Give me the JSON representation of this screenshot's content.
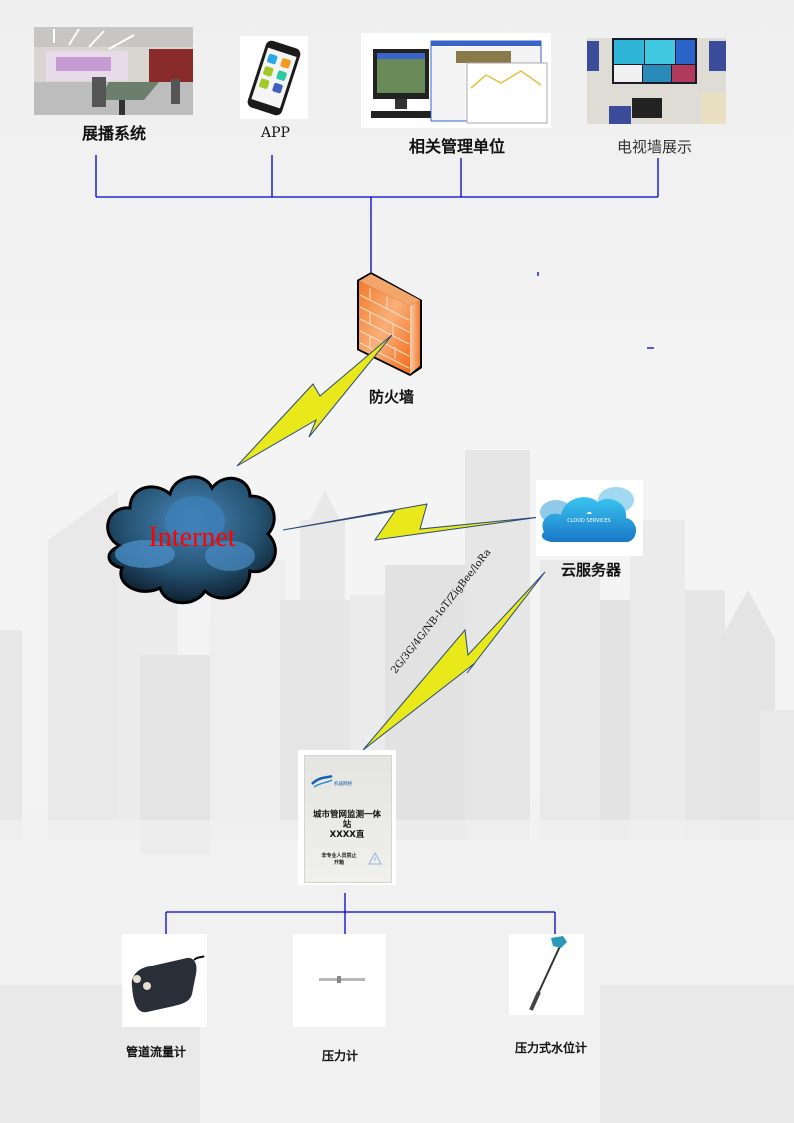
{
  "diagram": {
    "top_clients": [
      {
        "id": "display-system",
        "label": "展播系统",
        "image": "control-room-photo"
      },
      {
        "id": "app",
        "label": "APP",
        "image": "smartphone-app-icon"
      },
      {
        "id": "management-units",
        "label": "相关管理单位",
        "image": "desktop-computer-screens"
      },
      {
        "id": "tv-wall",
        "label": "电视墙展示",
        "image": "tv-wall-photo"
      }
    ],
    "firewall": {
      "label": "防火墙",
      "icon": "firewall-icon"
    },
    "internet": {
      "label": "Internet",
      "icon": "storm-cloud-icon"
    },
    "cloud_server": {
      "label": "云服务器",
      "icon_text": "CLOUD SERVICES",
      "icon": "cloud-services-icon"
    },
    "wireless_link": {
      "label": "2G/3G/4G/NB-IoT/ZigBee/loRa"
    },
    "station": {
      "title_line1": "城市管网监测一体",
      "title_line2": "站",
      "title_line3": "XXXX直",
      "warning_line1": "非专业人员禁止",
      "warning_line2": "开箱",
      "logo_text": "机器网络"
    },
    "sensors": [
      {
        "id": "pipe-flowmeter",
        "label": "管道流量计"
      },
      {
        "id": "pressure-gauge",
        "label": "压力计"
      },
      {
        "id": "pressure-water-level",
        "label": "压力式水位计"
      }
    ],
    "colors": {
      "connector_line": "#0000d0",
      "lightning_fill": "#e8e81a",
      "lightning_stroke": "#2a4a7a",
      "internet_text": "#ff0000",
      "firewall_orange": "#f47a2a"
    }
  }
}
